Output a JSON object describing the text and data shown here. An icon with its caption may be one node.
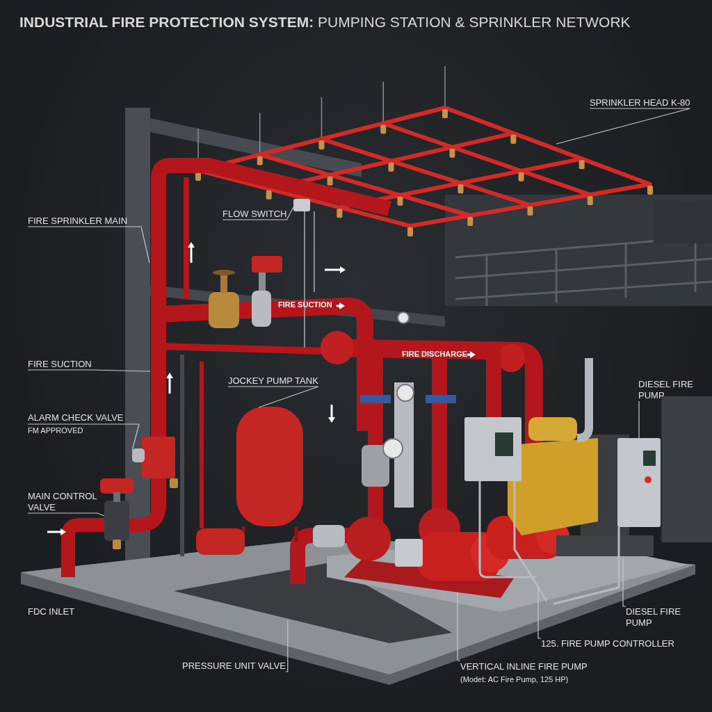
{
  "diagram": {
    "title": "**INDUSTRIAL FIRE PROTECTION SYSTEM:** PUMPING STATION & SPRINKLER NETWORK",
    "nodes": [
      {
        "text": [
          "FIRE SPRINKLER MAIN"
        ]
      },
      {
        "text": [
          "FLOW SWITCH"
        ]
      },
      {
        "text": [
          "SPRINKLER HEAD K-80"
        ]
      },
      {
        "text": [
          "FIRE SUCTION"
        ]
      },
      {
        "text": [
          "JOCKEY PUMP TANK"
        ]
      },
      {
        "text": [
          "DIESEL FIRE PUMP"
        ]
      },
      {
        "text": [
          "ALARM CHECK VALVE",
          "FM APPROVED"
        ]
      },
      {
        "text": [
          "MAIN CONTROL VALVE"
        ]
      },
      {
        "text": [
          "DIESEL FIRE PUMP"
        ]
      },
      {
        "text": [
          "125. FIRE PUMP CONTROLLER"
        ]
      },
      {
        "text": [
          "PRESSURE UNIT VALVE"
        ]
      },
      {
        "text": [
          "VERTICAL INLINE FIRE PUMP",
          "(Modet: AC Fire Pump, 125 HP)"
        ]
      },
      {
        "text": [],
        "shape": "picture"
      },
      {
        "text": [],
        "shape": "box"
      },
      {
        "text": [],
        "shape": "cylinder"
      },
      {
        "text": [],
        "shape": "box"
      },
      {
        "text": [],
        "shape": "picture"
      },
      {
        "text": [],
        "shape": "picture"
      },
      {
        "text": [],
        "shape": "picture"
      }
    ],
    "edges": [
      {
        "from": 0,
        "to": null,
        "arrow": "none"
      },
      {
        "from": 1,
        "to": 15,
        "arrow": "none"
      },
      {
        "from": 2,
        "to": null,
        "arrow": "none"
      },
      {
        "from": 3,
        "to": null,
        "arrow": "none"
      },
      {
        "from": 4,
        "to": 14,
        "arrow": "none"
      },
      {
        "from": 5,
        "to": 18,
        "arrow": "none"
      },
      {
        "from": 6,
        "to": 13,
        "arrow": "none"
      },
      {
        "from": 7,
        "to": 12,
        "arrow": "none"
      },
      {
        "from": 8,
        "to": 18,
        "arrow": "none"
      },
      {
        "from": 9,
        "to": 17,
        "arrow": "none"
      },
      {
        "from": 10,
        "to": null,
        "arrow": "none"
      },
      {
        "from": 11,
        "to": 16,
        "arrow": "none"
      }
    ],
    "labels": [
      "FIRE SUCTION",
      "FIRE DISCHARGE",
      "FDC INLET"
    ]
  }
}
